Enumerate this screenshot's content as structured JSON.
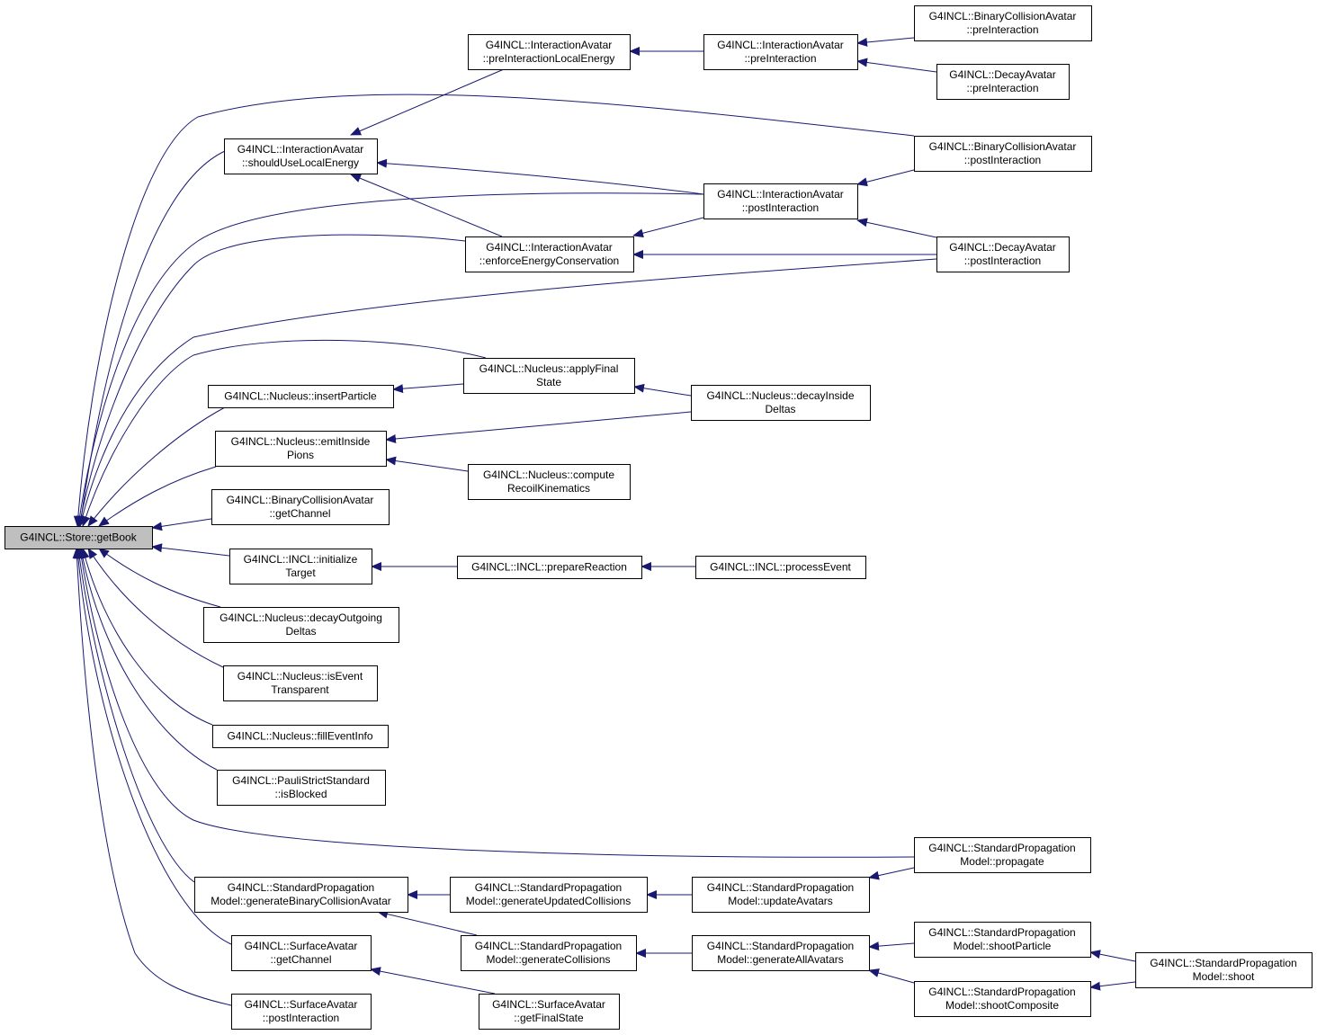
{
  "graph": {
    "root": "getBook",
    "colors": {
      "edge": "#191970",
      "node_border": "#000000",
      "root_fill": "#bfbfbf",
      "node_fill": "#ffffff"
    },
    "nodes": [
      {
        "id": "getBook",
        "lines": [
          "G4INCL::Store::getBook"
        ]
      },
      {
        "id": "pre_local",
        "lines": [
          "G4INCL::InteractionAvatar",
          "::preInteractionLocalEnergy"
        ]
      },
      {
        "id": "ia_pre",
        "lines": [
          "G4INCL::InteractionAvatar",
          "::preInteraction"
        ]
      },
      {
        "id": "bca_pre",
        "lines": [
          "G4INCL::BinaryCollisionAvatar",
          "::preInteraction"
        ]
      },
      {
        "id": "da_pre",
        "lines": [
          "G4INCL::DecayAvatar",
          "::preInteraction"
        ]
      },
      {
        "id": "should",
        "lines": [
          "G4INCL::InteractionAvatar",
          "::shouldUseLocalEnergy"
        ]
      },
      {
        "id": "bca_post",
        "lines": [
          "G4INCL::BinaryCollisionAvatar",
          "::postInteraction"
        ]
      },
      {
        "id": "ia_post",
        "lines": [
          "G4INCL::InteractionAvatar",
          "::postInteraction"
        ]
      },
      {
        "id": "enforce",
        "lines": [
          "G4INCL::InteractionAvatar",
          "::enforceEnergyConservation"
        ]
      },
      {
        "id": "da_post",
        "lines": [
          "G4INCL::DecayAvatar",
          "::postInteraction"
        ]
      },
      {
        "id": "applyFinal",
        "lines": [
          "G4INCL::Nucleus::applyFinal",
          "State"
        ]
      },
      {
        "id": "insertParticle",
        "lines": [
          "G4INCL::Nucleus::insertParticle"
        ]
      },
      {
        "id": "decayInside",
        "lines": [
          "G4INCL::Nucleus::decayInside",
          "Deltas"
        ]
      },
      {
        "id": "emitInside",
        "lines": [
          "G4INCL::Nucleus::emitInside",
          "Pions"
        ]
      },
      {
        "id": "computeRecoil",
        "lines": [
          "G4INCL::Nucleus::compute",
          "RecoilKinematics"
        ]
      },
      {
        "id": "bca_getChannel",
        "lines": [
          "G4INCL::BinaryCollisionAvatar",
          "::getChannel"
        ]
      },
      {
        "id": "initTarget",
        "lines": [
          "G4INCL::INCL::initialize",
          "Target"
        ]
      },
      {
        "id": "prepareReaction",
        "lines": [
          "G4INCL::INCL::prepareReaction"
        ]
      },
      {
        "id": "processEvent",
        "lines": [
          "G4INCL::INCL::processEvent"
        ]
      },
      {
        "id": "decayOutgoing",
        "lines": [
          "G4INCL::Nucleus::decayOutgoing",
          "Deltas"
        ]
      },
      {
        "id": "isEventTransparent",
        "lines": [
          "G4INCL::Nucleus::isEvent",
          "Transparent"
        ]
      },
      {
        "id": "fillEventInfo",
        "lines": [
          "G4INCL::Nucleus::fillEventInfo"
        ]
      },
      {
        "id": "isBlocked",
        "lines": [
          "G4INCL::PauliStrictStandard",
          "::isBlocked"
        ]
      },
      {
        "id": "propagate",
        "lines": [
          "G4INCL::StandardPropagation",
          "Model::propagate"
        ]
      },
      {
        "id": "genBinary",
        "lines": [
          "G4INCL::StandardPropagation",
          "Model::generateBinaryCollisionAvatar"
        ]
      },
      {
        "id": "genUpdated",
        "lines": [
          "G4INCL::StandardPropagation",
          "Model::generateUpdatedCollisions"
        ]
      },
      {
        "id": "updateAvatars",
        "lines": [
          "G4INCL::StandardPropagation",
          "Model::updateAvatars"
        ]
      },
      {
        "id": "genCollisions",
        "lines": [
          "G4INCL::StandardPropagation",
          "Model::generateCollisions"
        ]
      },
      {
        "id": "genAll",
        "lines": [
          "G4INCL::StandardPropagation",
          "Model::generateAllAvatars"
        ]
      },
      {
        "id": "shootParticle",
        "lines": [
          "G4INCL::StandardPropagation",
          "Model::shootParticle"
        ]
      },
      {
        "id": "shoot",
        "lines": [
          "G4INCL::StandardPropagation",
          "Model::shoot"
        ]
      },
      {
        "id": "shootComposite",
        "lines": [
          "G4INCL::StandardPropagation",
          "Model::shootComposite"
        ]
      },
      {
        "id": "sa_getChannel",
        "lines": [
          "G4INCL::SurfaceAvatar",
          "::getChannel"
        ]
      },
      {
        "id": "sa_post",
        "lines": [
          "G4INCL::SurfaceAvatar",
          "::postInteraction"
        ]
      },
      {
        "id": "sa_final",
        "lines": [
          "G4INCL::SurfaceAvatar",
          "::getFinalState"
        ]
      }
    ],
    "edges": [
      {
        "from": "bca_pre",
        "to": "ia_pre"
      },
      {
        "from": "da_pre",
        "to": "ia_pre"
      },
      {
        "from": "ia_pre",
        "to": "pre_local"
      },
      {
        "from": "pre_local",
        "to": "should"
      },
      {
        "from": "ia_post",
        "to": "should"
      },
      {
        "from": "enforce",
        "to": "should"
      },
      {
        "from": "bca_post",
        "to": "ia_post"
      },
      {
        "from": "da_post",
        "to": "ia_post"
      },
      {
        "from": "ia_post",
        "to": "enforce"
      },
      {
        "from": "da_post",
        "to": "enforce"
      },
      {
        "from": "applyFinal",
        "to": "insertParticle"
      },
      {
        "from": "decayInside",
        "to": "applyFinal"
      },
      {
        "from": "decayInside",
        "to": "emitInside"
      },
      {
        "from": "computeRecoil",
        "to": "emitInside"
      },
      {
        "from": "prepareReaction",
        "to": "initTarget"
      },
      {
        "from": "processEvent",
        "to": "prepareReaction"
      },
      {
        "from": "propagate",
        "to": "updateAvatars"
      },
      {
        "from": "updateAvatars",
        "to": "genUpdated"
      },
      {
        "from": "genUpdated",
        "to": "genBinary"
      },
      {
        "from": "genCollisions",
        "to": "genBinary"
      },
      {
        "from": "genAll",
        "to": "genCollisions"
      },
      {
        "from": "shootParticle",
        "to": "genAll"
      },
      {
        "from": "shootComposite",
        "to": "genAll"
      },
      {
        "from": "shoot",
        "to": "shootParticle"
      },
      {
        "from": "shoot",
        "to": "shootComposite"
      },
      {
        "from": "sa_final",
        "to": "sa_getChannel"
      },
      {
        "from": "should",
        "to": "getBook"
      },
      {
        "from": "bca_post",
        "to": "getBook"
      },
      {
        "from": "ia_post",
        "to": "getBook"
      },
      {
        "from": "enforce",
        "to": "getBook"
      },
      {
        "from": "da_post",
        "to": "getBook"
      },
      {
        "from": "applyFinal",
        "to": "getBook"
      },
      {
        "from": "insertParticle",
        "to": "getBook"
      },
      {
        "from": "emitInside",
        "to": "getBook"
      },
      {
        "from": "bca_getChannel",
        "to": "getBook"
      },
      {
        "from": "initTarget",
        "to": "getBook"
      },
      {
        "from": "decayOutgoing",
        "to": "getBook"
      },
      {
        "from": "isEventTransparent",
        "to": "getBook"
      },
      {
        "from": "fillEventInfo",
        "to": "getBook"
      },
      {
        "from": "isBlocked",
        "to": "getBook"
      },
      {
        "from": "propagate",
        "to": "getBook"
      },
      {
        "from": "genBinary",
        "to": "getBook"
      },
      {
        "from": "sa_getChannel",
        "to": "getBook"
      },
      {
        "from": "sa_post",
        "to": "getBook"
      }
    ]
  }
}
